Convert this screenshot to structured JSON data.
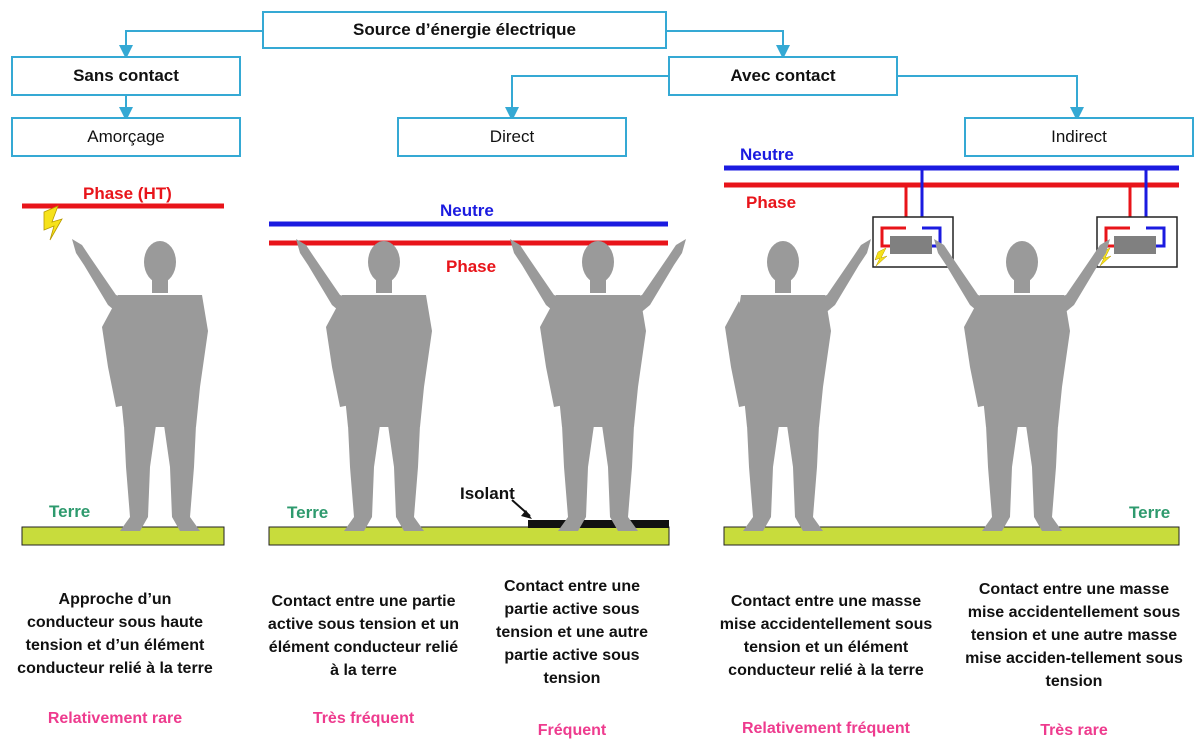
{
  "colors": {
    "box_border": "#35a9d4",
    "phase": "#e8141a",
    "neutre": "#1b1be0",
    "terre": "#2e9a6e",
    "ground": "#c8dc3c",
    "silhouette": "#9a9a9a",
    "frequency": "#ee3b8e"
  },
  "tree": {
    "root": "Source d’énergie électrique",
    "sans_contact": "Sans contact",
    "avec_contact": "Avec contact",
    "amorcage": "Amorçage",
    "direct": "Direct",
    "indirect": "Indirect"
  },
  "labels": {
    "phase_ht": "Phase (HT)",
    "neutre_1": "Neutre",
    "phase_1": "Phase",
    "neutre_2": "Neutre",
    "phase_2": "Phase",
    "terre_1": "Terre",
    "terre_2": "Terre",
    "terre_3": "Terre",
    "isolant": "Isolant"
  },
  "scenarios": [
    {
      "description": [
        "Approche d’un",
        "conducteur sous haute",
        "tension et d’un élément",
        "conducteur relié à la terre"
      ],
      "frequency": "Relativement rare"
    },
    {
      "description": [
        "Contact entre une partie",
        "active sous tension et un",
        "élément conducteur relié",
        "à la terre"
      ],
      "frequency": "Très fréquent"
    },
    {
      "description": [
        "Contact entre une",
        "partie active sous",
        "tension et une autre",
        "partie active sous",
        "tension"
      ],
      "frequency": "Fréquent"
    },
    {
      "description": [
        "Contact entre une masse",
        "mise accidentellement sous",
        "tension et un élément",
        "conducteur relié à la terre"
      ],
      "frequency": "Relativement fréquent"
    },
    {
      "description": [
        "Contact entre une masse",
        "mise accidentellement sous",
        "tension et une autre masse",
        "mise acciden-tellement sous",
        "tension"
      ],
      "frequency": "Très rare"
    }
  ]
}
